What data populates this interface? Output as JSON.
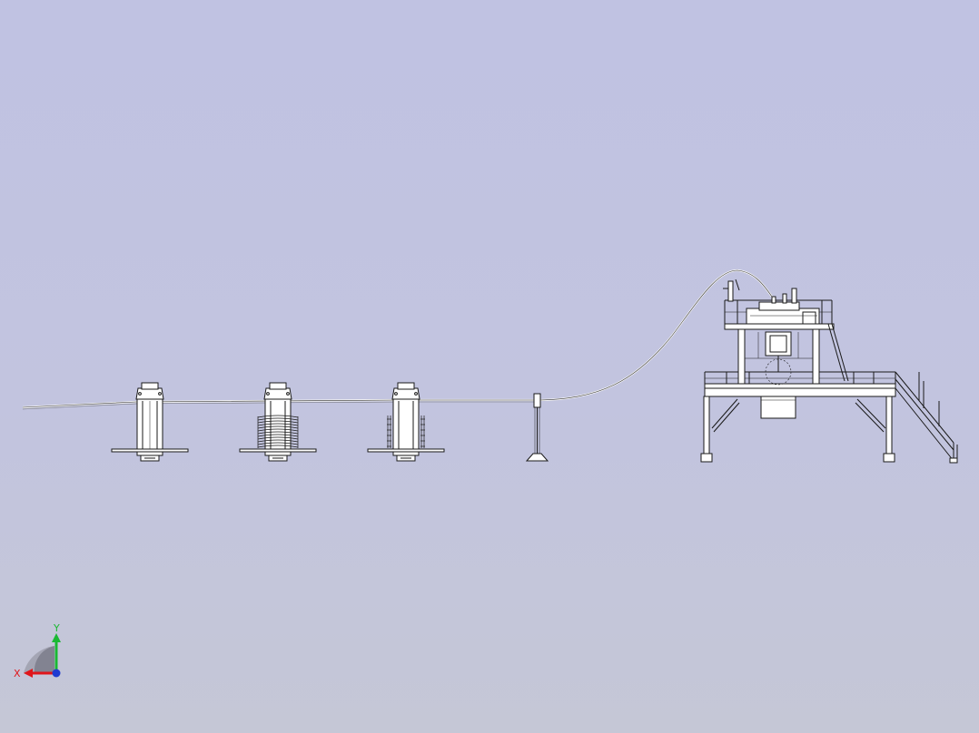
{
  "colors": {
    "background_top": "#c0c2e2",
    "background_bottom": "#c5c7d6",
    "line": "#1a1a1a",
    "part_fill": "#ffffff",
    "x_axis": "#e0161b",
    "y_axis": "#1ab833",
    "z_axis": "#1f3bd1"
  },
  "triad": {
    "x_label": "X",
    "y_label": "Y"
  },
  "scene": {
    "pay_off_stands": [
      {
        "id": "stand-1",
        "wire_wound": false
      },
      {
        "id": "stand-2",
        "wire_wound": true
      },
      {
        "id": "stand-3",
        "wire_wound": true
      }
    ],
    "guide_post": {
      "id": "guide-post"
    },
    "platform": {
      "id": "processing-platform"
    }
  }
}
